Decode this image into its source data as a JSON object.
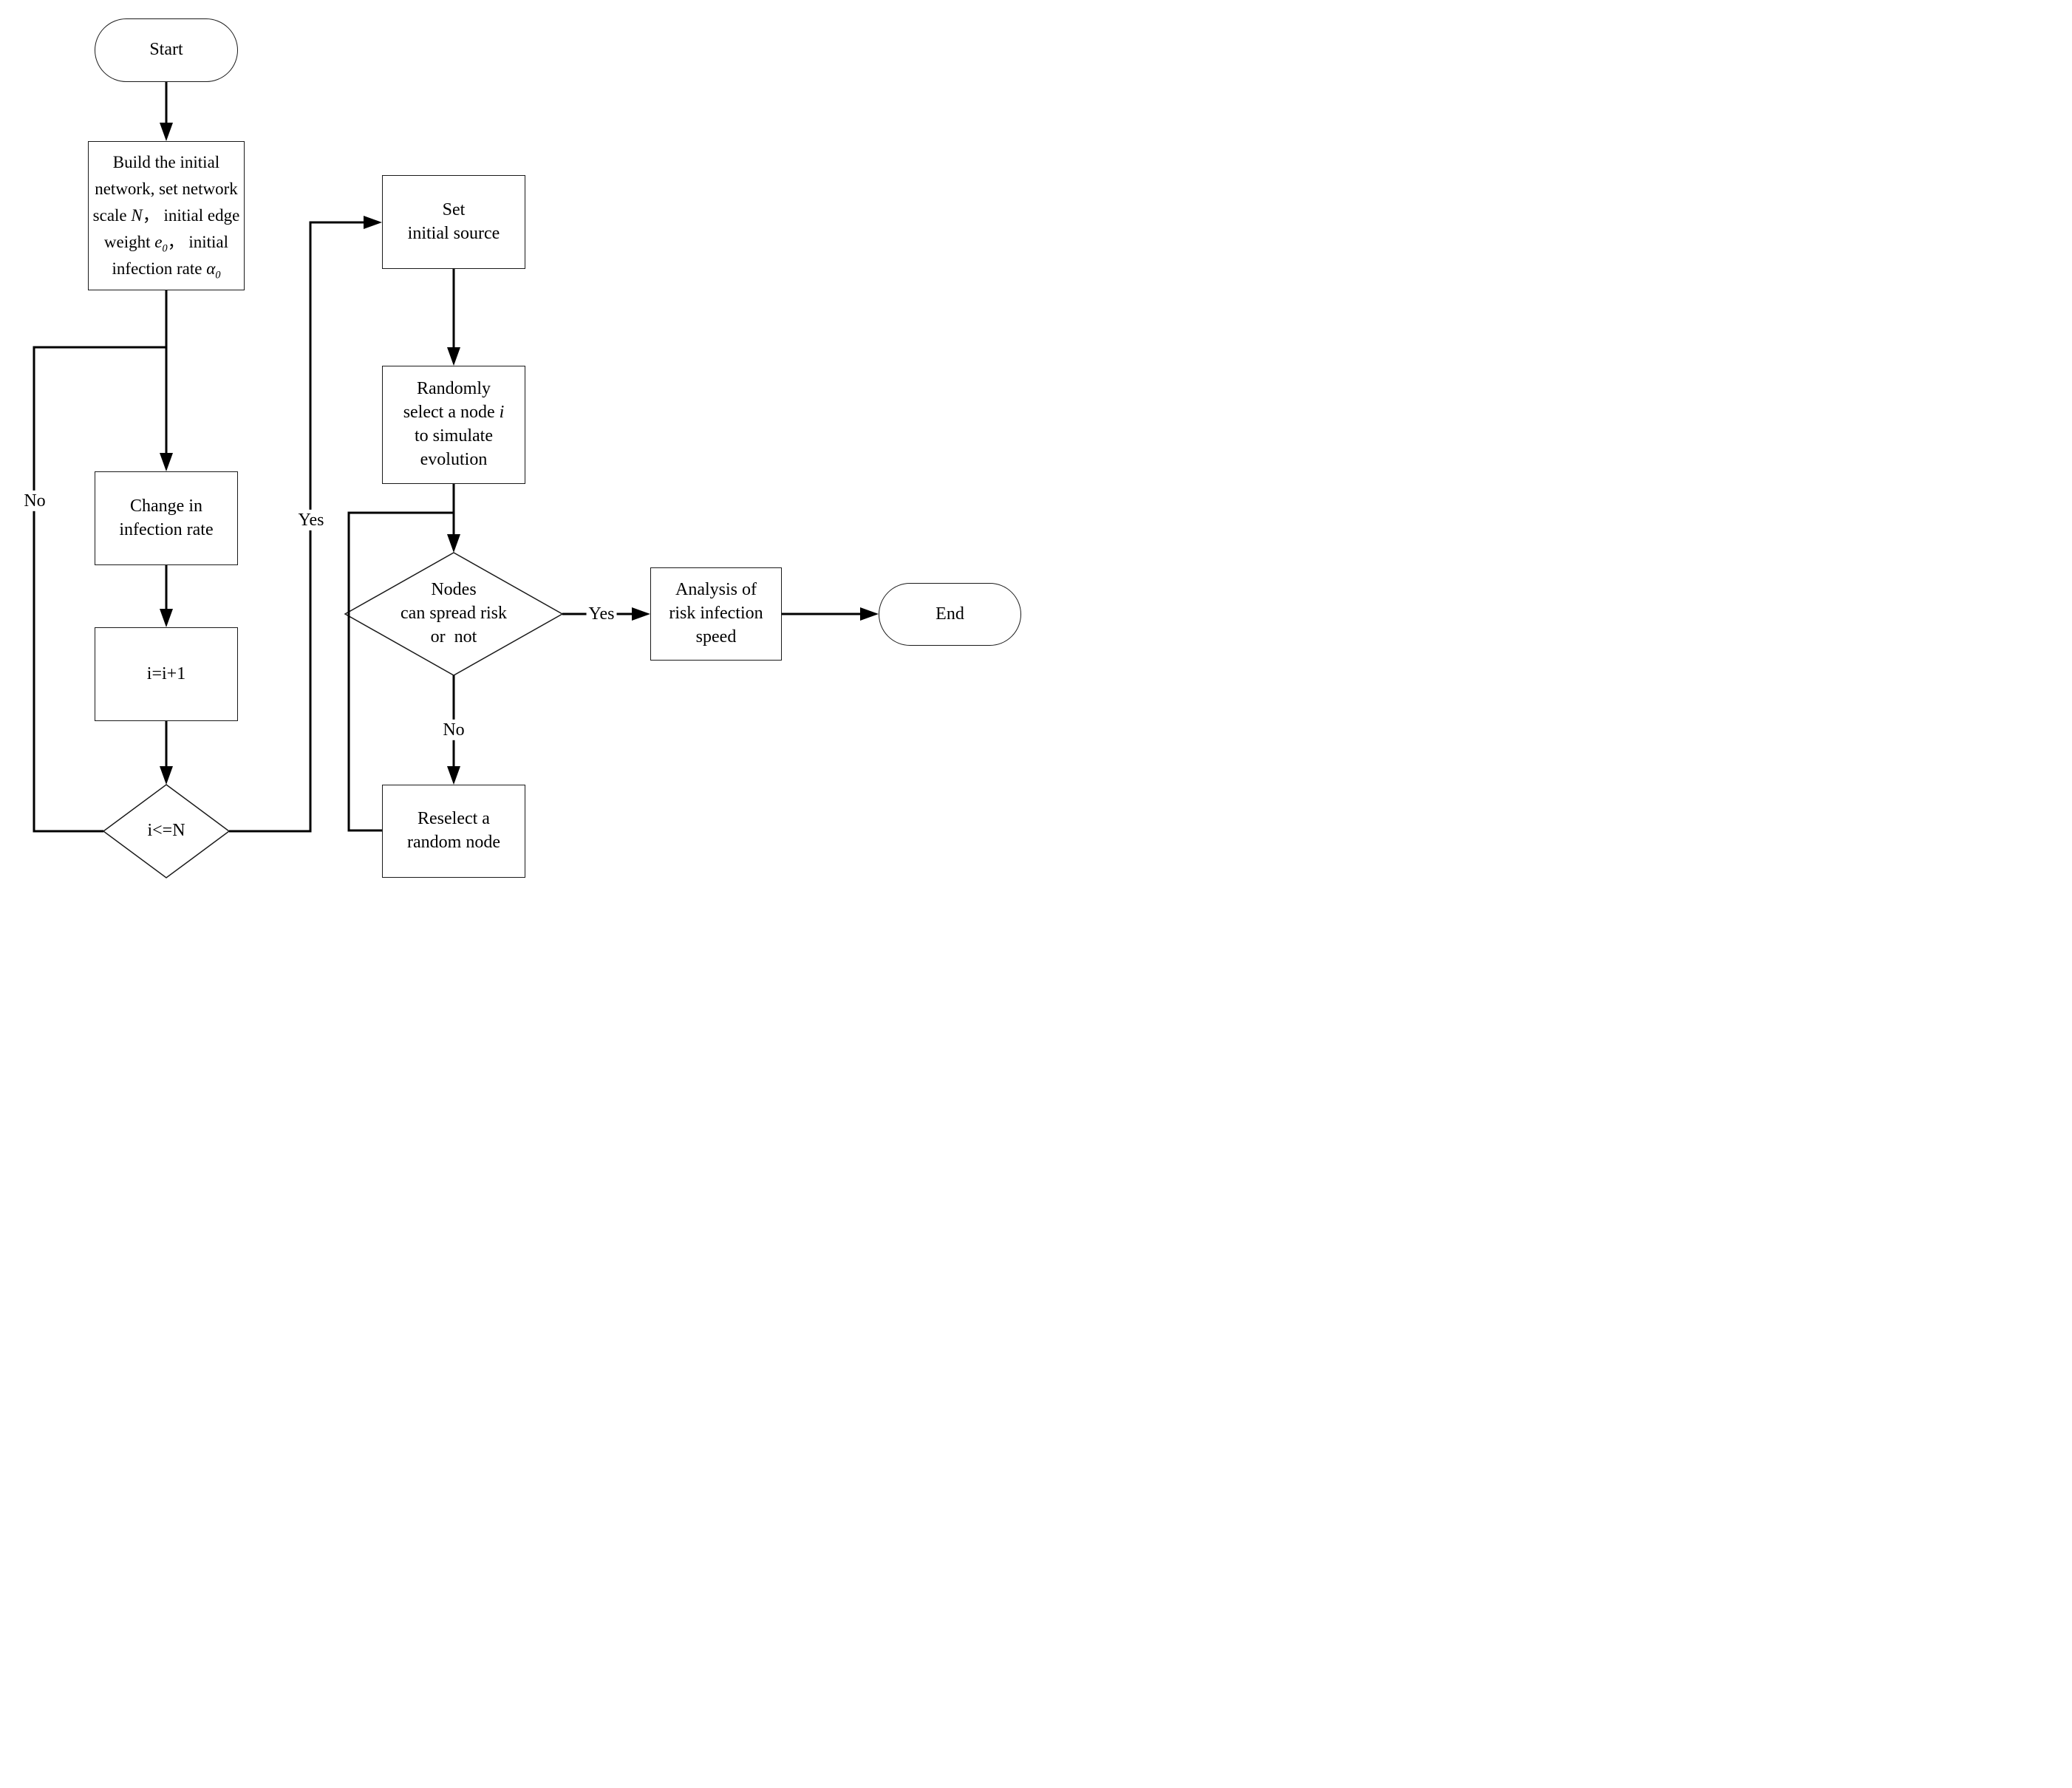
{
  "diagram": {
    "colors": {
      "stroke": "#000000",
      "background": "#ffffff"
    },
    "nodes": {
      "start": {
        "label": "Start"
      },
      "build": {
        "lines": [
          [
            {
              "t": "Build the initial"
            }
          ],
          [
            {
              "t": "network, set network"
            }
          ],
          [
            {
              "t": "scale "
            },
            {
              "t": "N"
            },
            {
              "t": "， initial edge"
            }
          ],
          [
            {
              "t": "weight "
            },
            {
              "t": "e"
            },
            {
              "t": "0"
            },
            {
              "t": "， initial"
            }
          ],
          [
            {
              "t": "infection rate "
            },
            {
              "t": "α"
            },
            {
              "t": "0"
            }
          ]
        ]
      },
      "change": {
        "text": "Change in\ninfection rate"
      },
      "increment": {
        "text": "i=i+1"
      },
      "check_n": {
        "text": "i<=N"
      },
      "set_source": {
        "text": "Set\ninitial source"
      },
      "random_select": {
        "lines": [
          [
            {
              "t": "Randomly"
            }
          ],
          [
            {
              "t": "select a node "
            },
            {
              "t": "i"
            }
          ],
          [
            {
              "t": "to simulate"
            }
          ],
          [
            {
              "t": "evolution"
            }
          ]
        ]
      },
      "spread": {
        "text": "Nodes\ncan spread risk\nor  not"
      },
      "analysis": {
        "text": "Analysis of\nrisk infection\nspeed"
      },
      "reselect": {
        "text": "Reselect a\nrandom node"
      },
      "end": {
        "label": "End"
      }
    },
    "edge_labels": {
      "check_no": "No",
      "check_yes": "Yes",
      "spread_yes": "Yes",
      "spread_no": "No"
    }
  }
}
